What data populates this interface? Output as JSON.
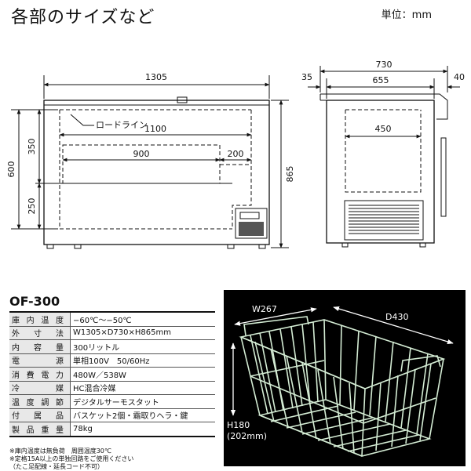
{
  "header": {
    "title": "各部のサイズなど",
    "unit": "単位：mm"
  },
  "front_view": {
    "width": "1305",
    "inner_width": "1100",
    "basket_space": "900",
    "compressor_space": "200",
    "height_total": "865",
    "height_600": "600",
    "height_350": "350",
    "height_250": "250",
    "load_line": "ロードライン"
  },
  "side_view": {
    "depth_total": "730",
    "depth_body": "655",
    "offset_left": "35",
    "offset_right": "40",
    "inner_depth": "450"
  },
  "spec": {
    "model": "OF-300",
    "rows": [
      {
        "label": "庫内温度",
        "value": "−60℃〜−50℃"
      },
      {
        "label": "外寸法",
        "value": "W1305×D730×H865mm"
      },
      {
        "label": "内容量",
        "value": "300リットル"
      },
      {
        "label": "電源",
        "value": "単相100V　50/60Hz"
      },
      {
        "label": "消費電力",
        "value": "480W／538W"
      },
      {
        "label": "冷媒",
        "value": "HC混合冷媒"
      },
      {
        "label": "温度調節",
        "value": "デジタルサーモスタット"
      },
      {
        "label": "付属品",
        "value": "バスケット2個・霜取りヘラ・鍵"
      },
      {
        "label": "製品重量",
        "value": "78kg"
      }
    ],
    "notes": [
      "※庫内温度は無負荷　周囲温度30℃",
      "※定格15A以上の単独回路をご使用ください",
      "（たこ足配線・延長コード不可）"
    ]
  },
  "basket": {
    "width": "W267",
    "depth": "D430",
    "height": "H180",
    "height_alt": "(202mm)"
  },
  "colors": {
    "line": "#111111",
    "basket_wire": "#cfe8cf",
    "basket_bg": "#000000"
  }
}
